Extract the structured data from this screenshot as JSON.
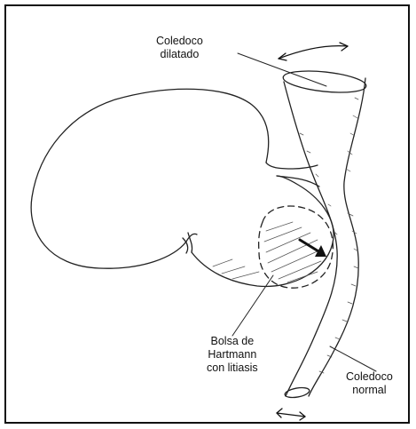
{
  "figure": {
    "labels": {
      "dilated_duct": [
        "Coledoco",
        "dilatado"
      ],
      "hartmann_pouch": [
        "Bolsa de",
        "Hartmann",
        "con litiasis"
      ],
      "normal_duct": [
        "Coledoco",
        "normal"
      ]
    },
    "icons": [
      "width-arrow-top-icon",
      "width-arrow-bottom-icon",
      "stone-arrow-icon"
    ]
  }
}
